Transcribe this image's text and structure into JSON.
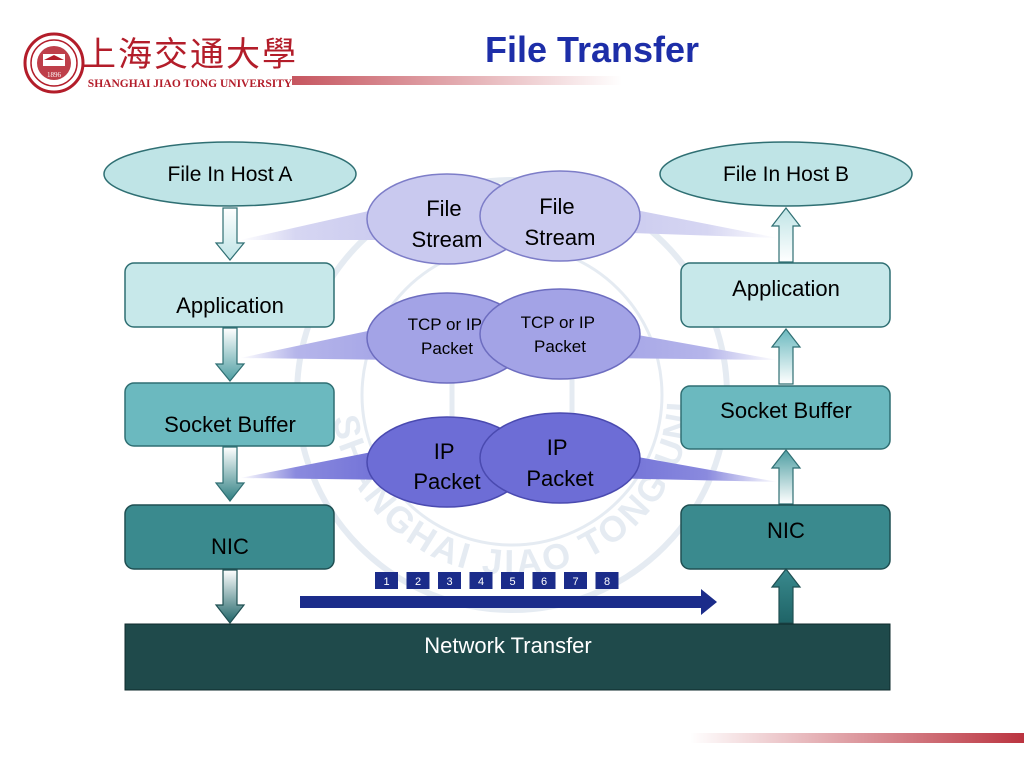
{
  "slide": {
    "title": "File Transfer",
    "logo": {
      "chinese_name": "上海交通大學",
      "english_name": "SHANGHAI JIAO TONG UNIVERSITY",
      "seal_year": "1896",
      "watermark_text": "SHANGHAI JIAO TONG UNIVERSITY"
    }
  },
  "host_a": {
    "file_label": "File In Host A",
    "layers": [
      "Application",
      "Socket Buffer",
      "NIC"
    ]
  },
  "host_b": {
    "file_label": "File In Host B",
    "layers": [
      "Application",
      "Socket Buffer",
      "NIC"
    ]
  },
  "bubbles": {
    "file_stream": "File Stream",
    "tcp_ip_packet": "TCP or IP Packet",
    "ip_packet": "IP Packet"
  },
  "network": {
    "label": "Network Transfer",
    "packets": [
      "1",
      "2",
      "3",
      "4",
      "5",
      "6",
      "7",
      "8"
    ]
  },
  "colors": {
    "title": "#1d2ea8",
    "file_ellipse": "#bfe4e6",
    "application": "#c7e8ea",
    "socket_buffer": "#6bb9bf",
    "nic": "#3a8a8e",
    "network_bar": "#1f4a4b",
    "bubble_stream": "#c9c9ef",
    "bubble_tcp": "#a3a3e6",
    "bubble_ip": "#6d6dd6",
    "packet_box": "#1b2c8a",
    "arrow": "#1b2c8a",
    "logo_red": "#b31d2a"
  }
}
